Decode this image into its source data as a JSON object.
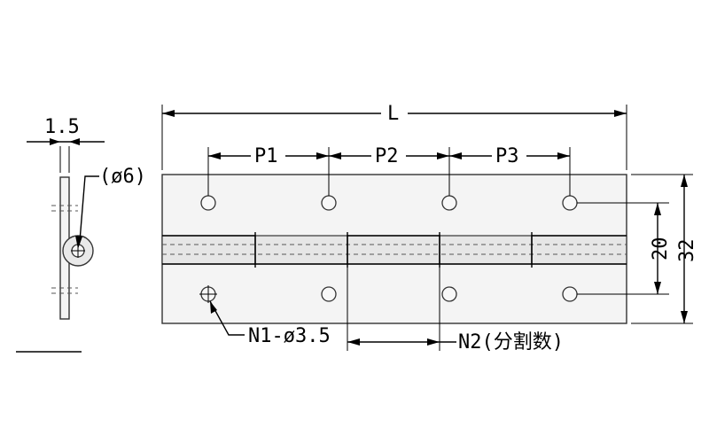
{
  "labels": {
    "length": "L",
    "pitch1": "P1",
    "pitch2": "P2",
    "pitch3": "P3",
    "thickness": "1.5",
    "pin_diameter": "(ø6)",
    "leaf_height": "20",
    "total_width": "32",
    "hole_callout": "N1-ø3.5",
    "segment_callout": "N2(分割数)"
  }
}
